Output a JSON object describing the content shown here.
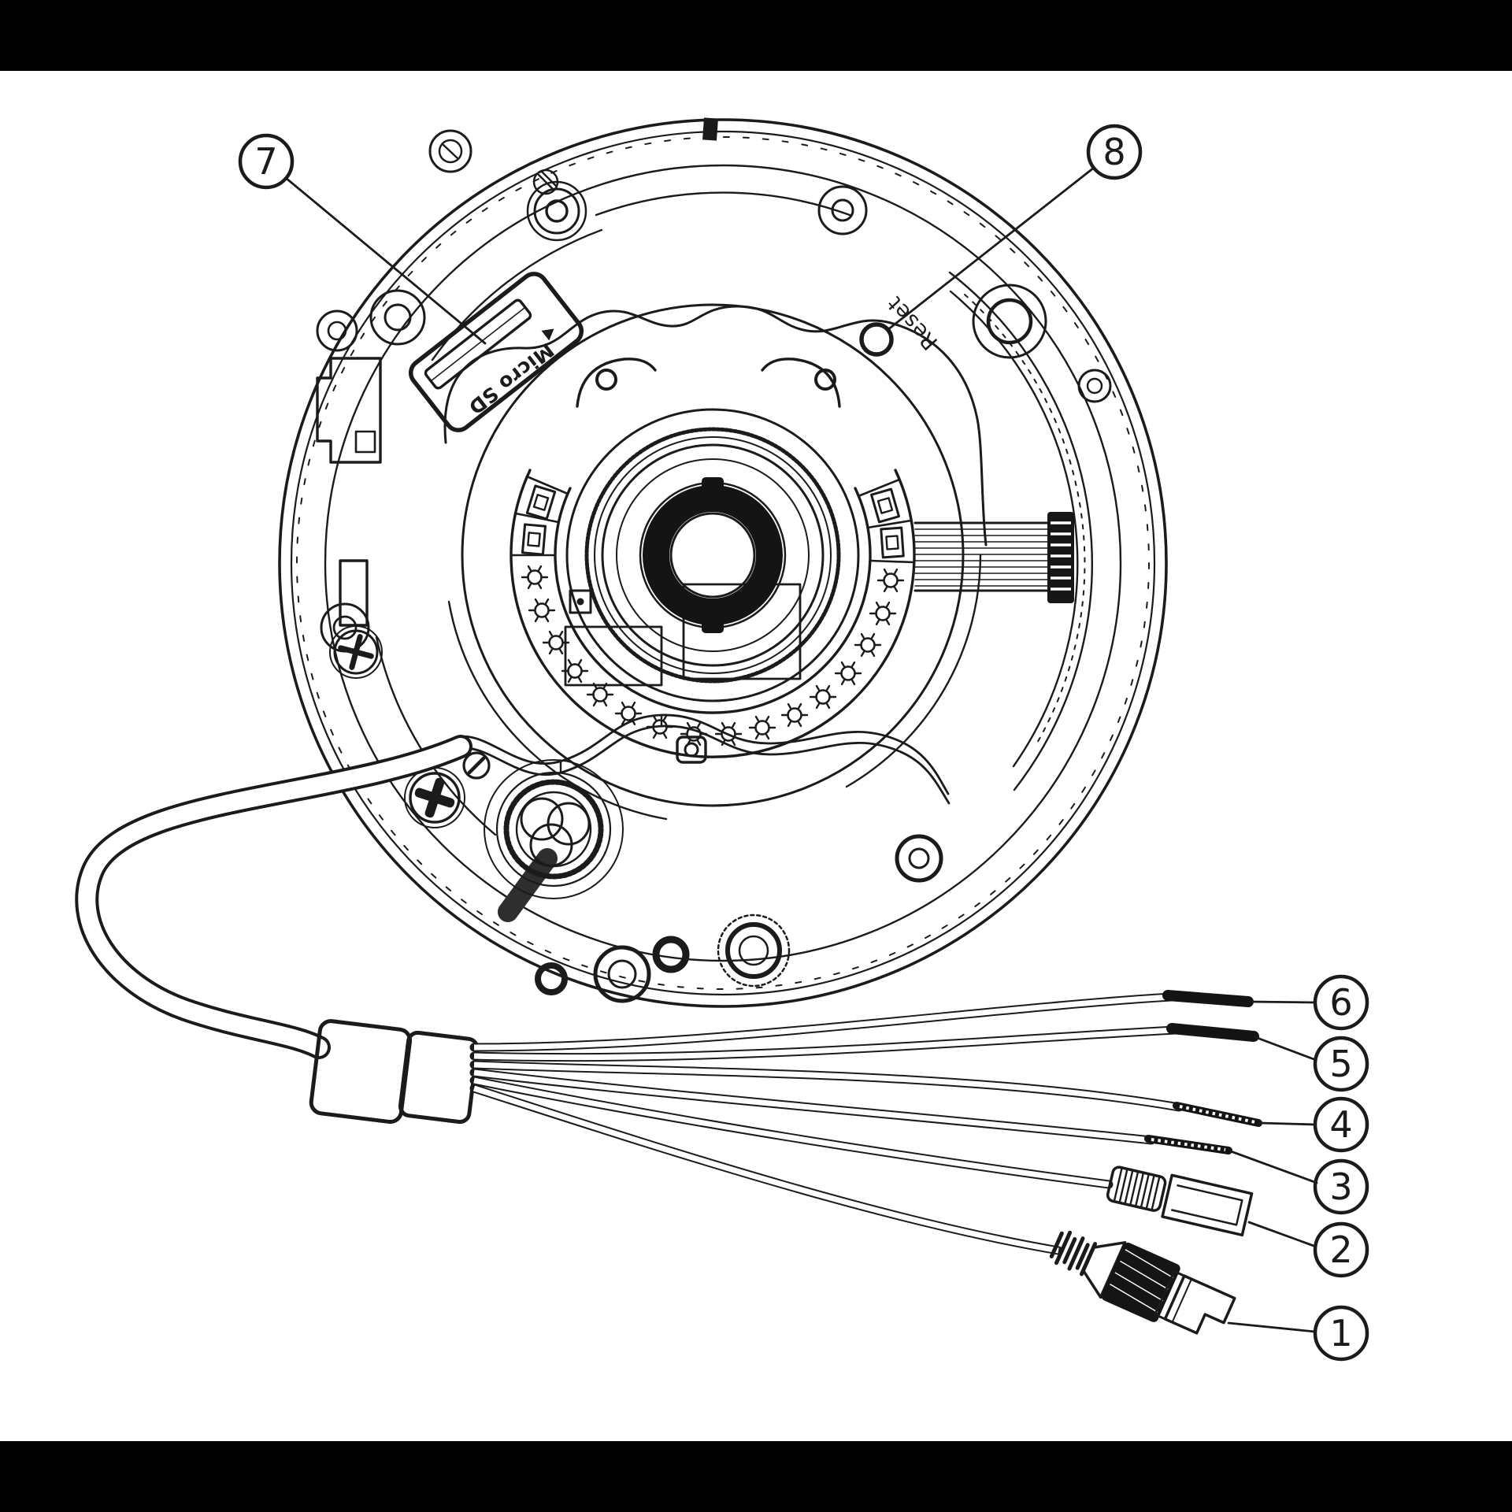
{
  "page": {
    "background": "#ffffff",
    "letterbox_color": "#000000",
    "line_color": "#1b1b1b"
  },
  "diagram": {
    "type": "line-drawing",
    "subject": "Dome camera internal bottom view with cable harness and numbered callouts",
    "labels": {
      "micro_sd": "Micro SD",
      "reset": "Reset"
    },
    "callouts": [
      {
        "number": "1"
      },
      {
        "number": "2"
      },
      {
        "number": "3"
      },
      {
        "number": "4"
      },
      {
        "number": "5"
      },
      {
        "number": "6"
      },
      {
        "number": "7"
      },
      {
        "number": "8"
      }
    ]
  }
}
